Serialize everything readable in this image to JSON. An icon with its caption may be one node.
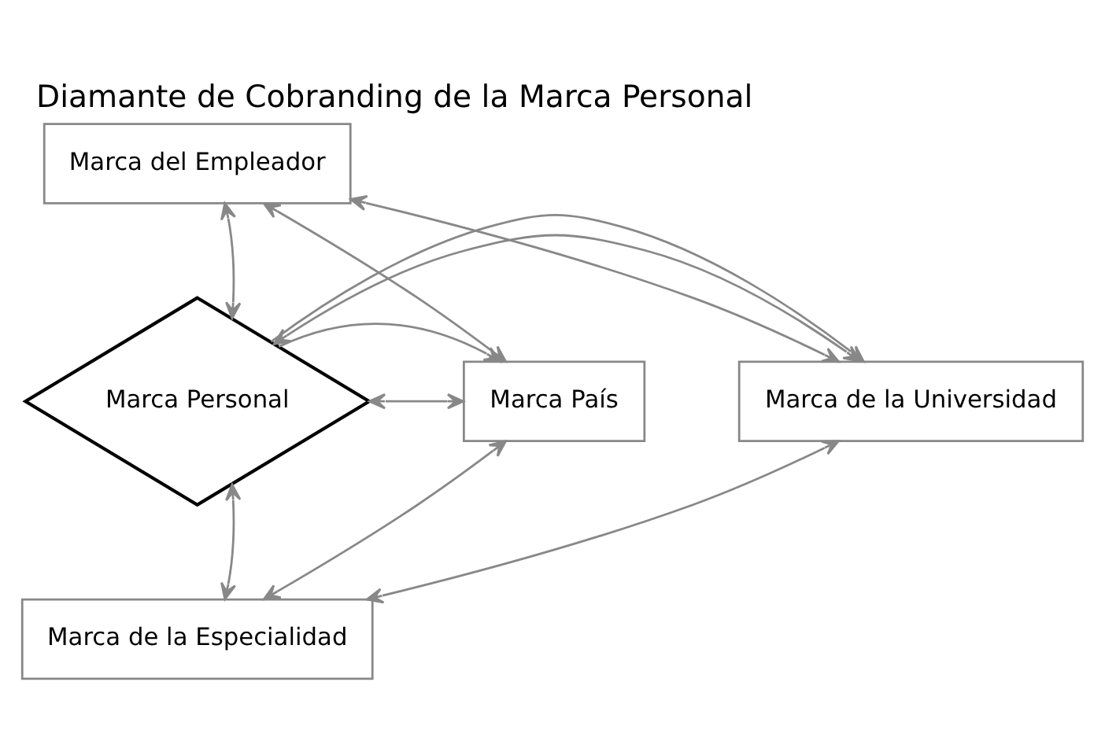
{
  "diagram": {
    "title": "Diamante de Cobranding de la Marca Personal",
    "nodes": [
      {
        "text": [
          "Marca del Empleador"
        ]
      },
      {
        "text": [
          "Marca de la Universidad"
        ]
      },
      {
        "text": [
          "Marca Personal"
        ]
      },
      {
        "text": [
          "Marca País"
        ]
      },
      {
        "text": [
          "Marca de la Especialidad"
        ]
      }
    ],
    "edges": [
      {
        "from": 1,
        "to": 0,
        "arrow": "both"
      },
      {
        "from": 0,
        "to": 3,
        "arrow": "both"
      },
      {
        "from": 0,
        "to": 2,
        "arrow": "both"
      },
      {
        "from": 1,
        "to": 2,
        "arrow": "both"
      },
      {
        "from": 2,
        "to": 1,
        "arrow": "to"
      },
      {
        "from": 2,
        "to": 3,
        "arrow": "both"
      },
      {
        "from": 2,
        "to": 3,
        "arrow": "to"
      },
      {
        "from": 2,
        "to": 4,
        "arrow": "both"
      },
      {
        "from": 1,
        "to": 4,
        "arrow": "both"
      },
      {
        "from": 3,
        "to": 4,
        "arrow": "both"
      }
    ]
  }
}
